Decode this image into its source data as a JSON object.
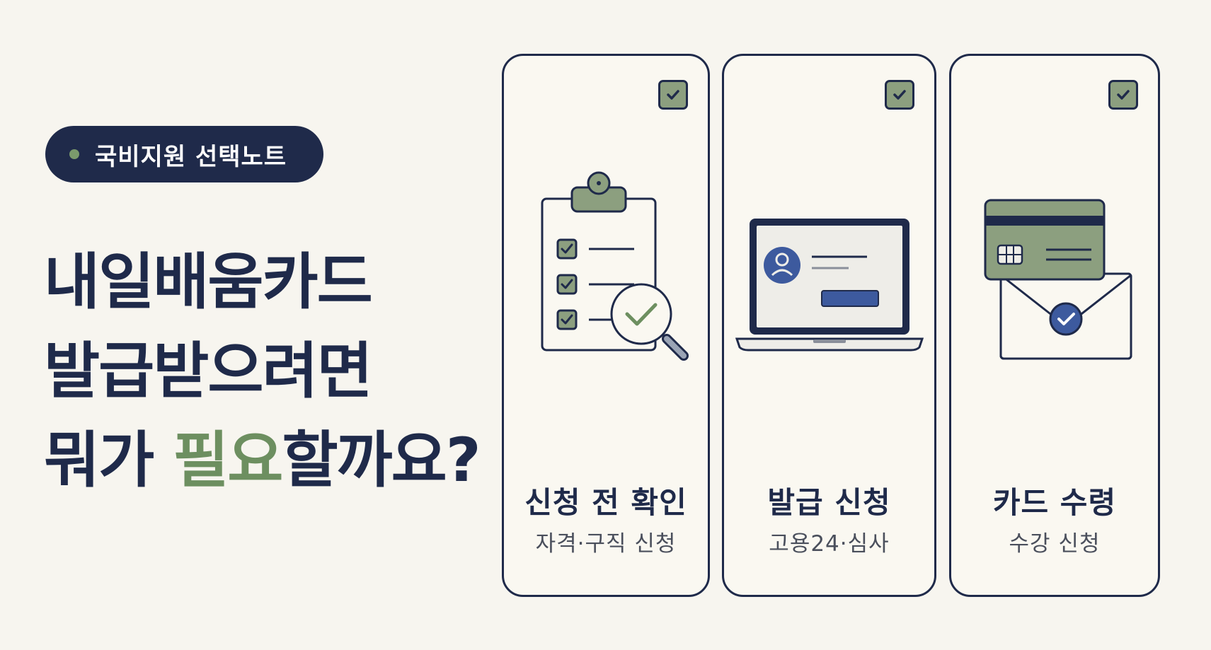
{
  "badge": {
    "label": "국비지원 선택노트"
  },
  "headline": {
    "line1": "내일배움카드",
    "line2": "발급받으려면",
    "line3_prefix": "뭐가 ",
    "line3_accent": "필요",
    "line3_suffix": "할까요?"
  },
  "cards": [
    {
      "title": "신청 전 확인",
      "subtitle": "자격·구직 신청",
      "icon": "clipboard-magnifier-icon"
    },
    {
      "title": "발급 신청",
      "subtitle": "고용24·심사",
      "icon": "laptop-profile-icon"
    },
    {
      "title": "카드 수령",
      "subtitle": "수강 신청",
      "icon": "card-envelope-icon"
    }
  ],
  "colors": {
    "background": "#f7f5ef",
    "navy": "#1f2a4a",
    "sage": "#8c9f7f",
    "accent_green": "#6d8f60",
    "blue": "#3d5a9e"
  }
}
